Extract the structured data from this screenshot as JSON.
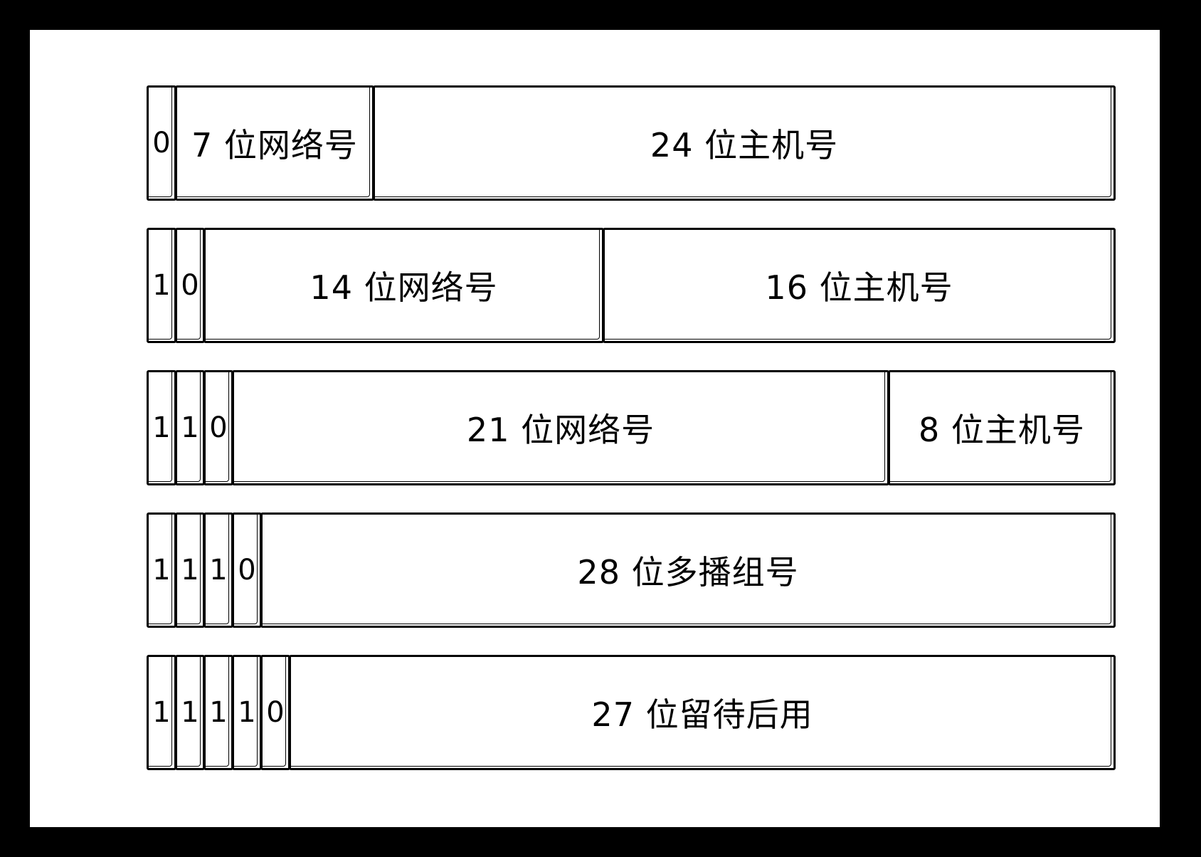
{
  "rows": [
    {
      "bits": [
        "0"
      ],
      "fields": [
        {
          "label": "7 位网络号",
          "bits": 7
        },
        {
          "label": "24 位主机号",
          "bits": 24
        }
      ]
    },
    {
      "bits": [
        "1",
        "0"
      ],
      "fields": [
        {
          "label": "14 位网络号",
          "bits": 14
        },
        {
          "label": "16 位主机号",
          "bits": 16
        }
      ]
    },
    {
      "bits": [
        "1",
        "1",
        "0"
      ],
      "fields": [
        {
          "label": "21 位网络号",
          "bits": 21
        },
        {
          "label": "8 位主机号",
          "bits": 8
        }
      ]
    },
    {
      "bits": [
        "1",
        "1",
        "1",
        "0"
      ],
      "fields": [
        {
          "label": "28 位多播组号",
          "bits": 28
        }
      ]
    },
    {
      "bits": [
        "1",
        "1",
        "1",
        "1",
        "0"
      ],
      "fields": [
        {
          "label": "27 位留待后用",
          "bits": 27
        }
      ]
    }
  ]
}
